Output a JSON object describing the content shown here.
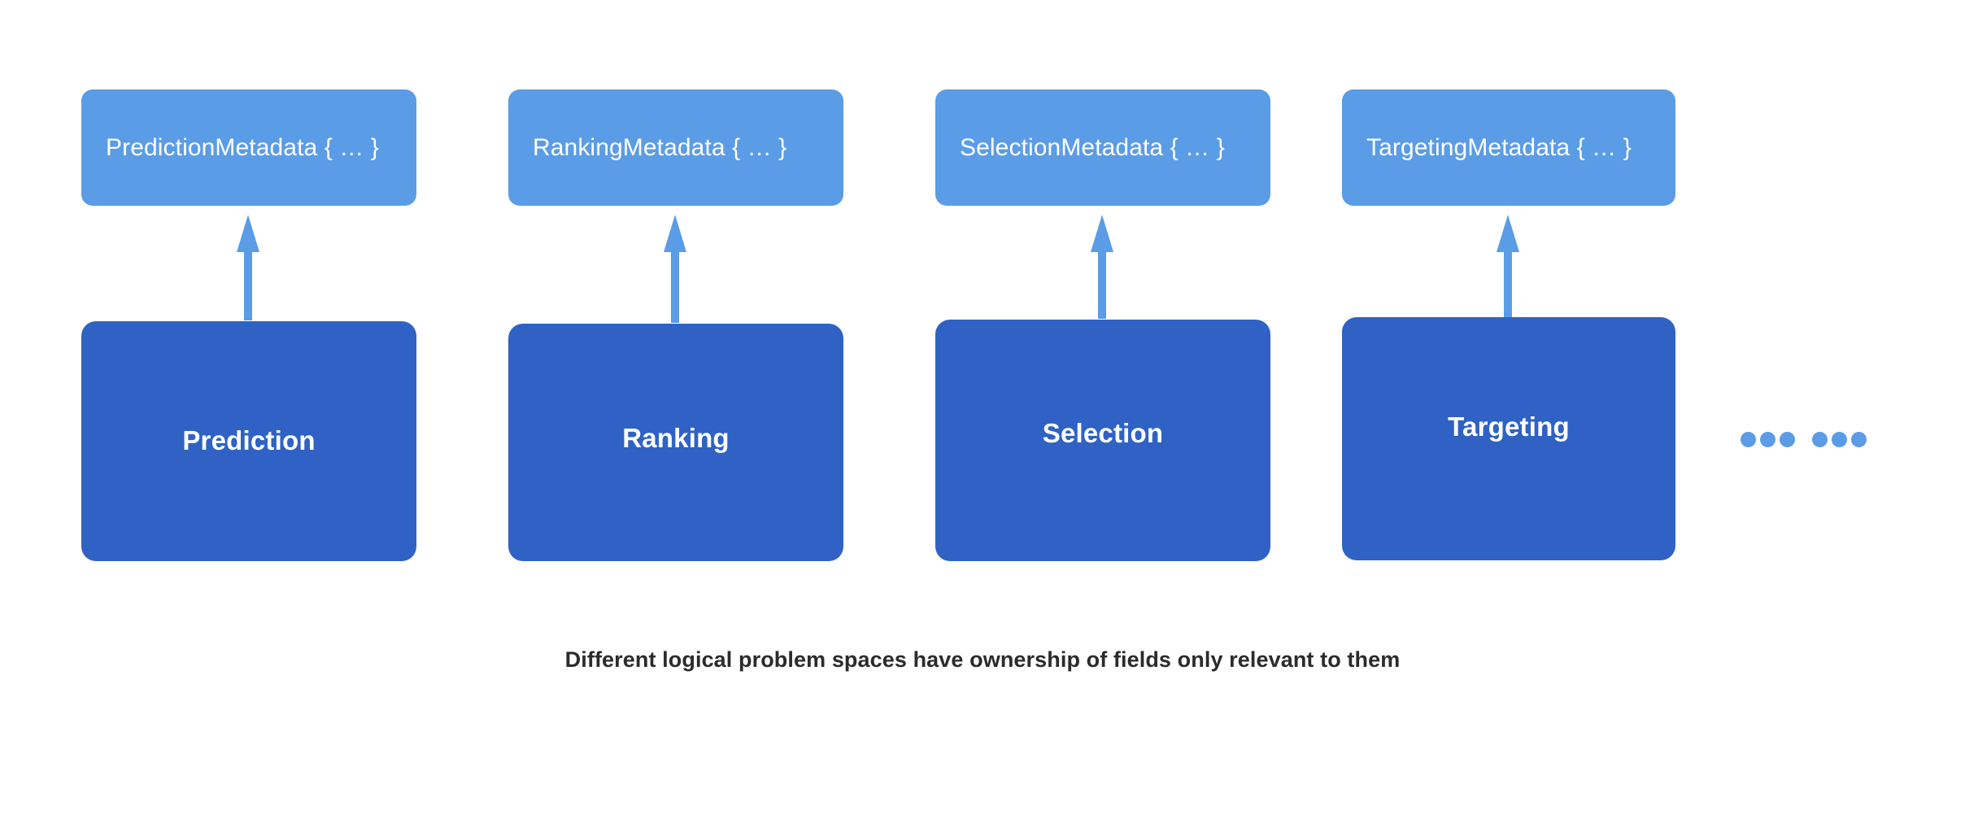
{
  "diagram": {
    "caption": "Different logical problem spaces have ownership of fields only relevant to them",
    "background_color": "#ffffff",
    "metadata_box_color": "#5b9ce6",
    "problem_space_box_color": "#2f62c4",
    "arrow_color": "#5b9ce6",
    "caption_color": "#2b2b2b",
    "columns": [
      {
        "metadata_label": "PredictionMetadata { … }",
        "space_label": "Prediction",
        "arrow": "up-arrow"
      },
      {
        "metadata_label": "RankingMetadata { … }",
        "space_label": "Ranking",
        "arrow": "up-arrow"
      },
      {
        "metadata_label": "SelectionMetadata { … }",
        "space_label": "Selection",
        "arrow": "up-arrow"
      },
      {
        "metadata_label": "TargetingMetadata { … }",
        "space_label": "Targeting",
        "arrow": "up-arrow"
      }
    ],
    "continuation": {
      "name": "ellipsis-dots",
      "clusters": 2,
      "dots_per_cluster": 3
    }
  }
}
